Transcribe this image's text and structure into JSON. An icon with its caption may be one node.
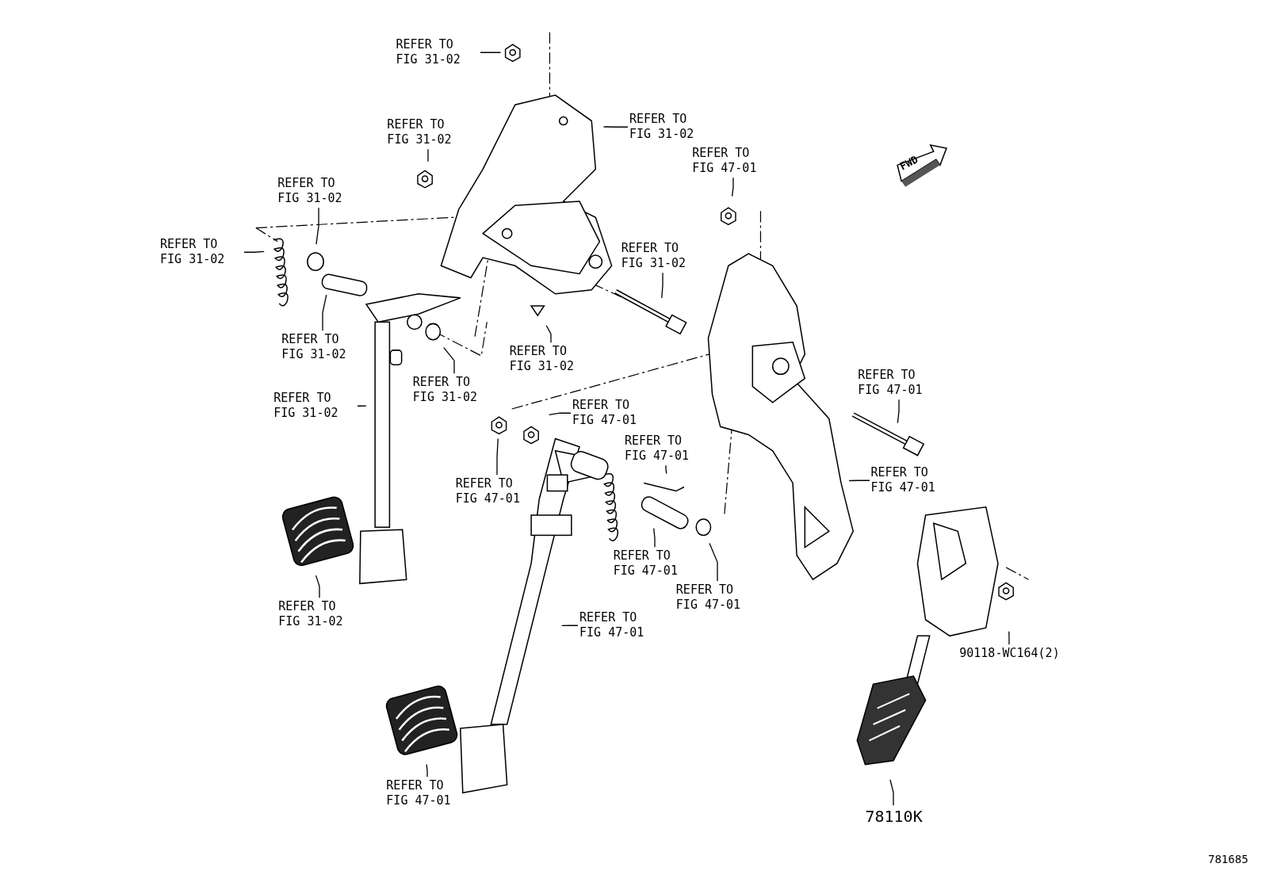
{
  "diagram": {
    "nodes": [
      {
        "text": [
          "REFER TO FIG 31-02"
        ]
      },
      {
        "text": [
          "REFER TO FIG 31-02"
        ]
      },
      {
        "text": [
          "REFER TO FIG 31-02"
        ]
      },
      {
        "text": [
          "REFER TO FIG 47-01"
        ]
      },
      {
        "text": [
          "REFER TO FIG 31-02"
        ]
      },
      {
        "text": [
          "REFER TO FIG 31-02"
        ]
      },
      {
        "text": [
          "REFER TO FIG 31-02"
        ]
      },
      {
        "text": [
          "REFER TO FIG 31-02"
        ]
      },
      {
        "text": [
          "REFER TO FIG 31-02"
        ]
      },
      {
        "text": [
          "REFER TO FIG 31-02"
        ]
      },
      {
        "text": [
          "REFER TO FIG 31-02"
        ]
      },
      {
        "text": [
          "REFER TO FIG 47-01"
        ]
      },
      {
        "text": [
          "REFER TO FIG 47-01"
        ]
      },
      {
        "text": [
          "REFER TO FIG 47-01"
        ]
      },
      {
        "text": [
          "REFER TO FIG 47-01"
        ]
      },
      {
        "text": [
          "REFER TO FIG 47-01"
        ]
      },
      {
        "text": [
          "REFER TO FIG 47-01"
        ]
      },
      {
        "text": [
          "REFER TO FIG 47-01"
        ]
      },
      {
        "text": [
          "REFER TO FIG 31-02"
        ]
      },
      {
        "text": [
          "REFER TO FIG 47-01"
        ]
      },
      {
        "text": [
          "90118-WC164(2)"
        ]
      },
      {
        "text": [
          "REFER TO FIG 47-01"
        ]
      },
      {
        "text": [
          "78110K"
        ]
      }
    ],
    "edges": [
      {
        "from": 0,
        "to": null,
        "arrow": "none"
      },
      {
        "from": 1,
        "to": null,
        "arrow": "none"
      },
      {
        "from": 2,
        "to": null,
        "arrow": "none"
      },
      {
        "from": 3,
        "to": null,
        "arrow": "none"
      },
      {
        "from": 4,
        "to": null,
        "arrow": "none"
      },
      {
        "from": 5,
        "to": null,
        "arrow": "none"
      },
      {
        "from": 6,
        "to": null,
        "arrow": "none"
      },
      {
        "from": 7,
        "to": null,
        "arrow": "none"
      },
      {
        "from": 8,
        "to": null,
        "arrow": "none"
      },
      {
        "from": 9,
        "to": null,
        "arrow": "none"
      },
      {
        "from": 10,
        "to": null,
        "arrow": "none"
      },
      {
        "from": 11,
        "to": null,
        "arrow": "none"
      },
      {
        "from": 12,
        "to": null,
        "arrow": "none"
      },
      {
        "from": 13,
        "to": null,
        "arrow": "none"
      },
      {
        "from": 14,
        "to": null,
        "arrow": "none"
      },
      {
        "from": 15,
        "to": null,
        "arrow": "none"
      },
      {
        "from": 16,
        "to": null,
        "arrow": "none"
      },
      {
        "from": 17,
        "to": null,
        "arrow": "none"
      },
      {
        "from": 18,
        "to": null,
        "arrow": "none"
      },
      {
        "from": 19,
        "to": null,
        "arrow": "none"
      },
      {
        "from": 20,
        "to": null,
        "arrow": "none"
      },
      {
        "from": 21,
        "to": null,
        "arrow": "none"
      },
      {
        "from": 22,
        "to": null,
        "arrow": "none"
      }
    ],
    "labels": [
      "FWD",
      "781685"
    ]
  }
}
